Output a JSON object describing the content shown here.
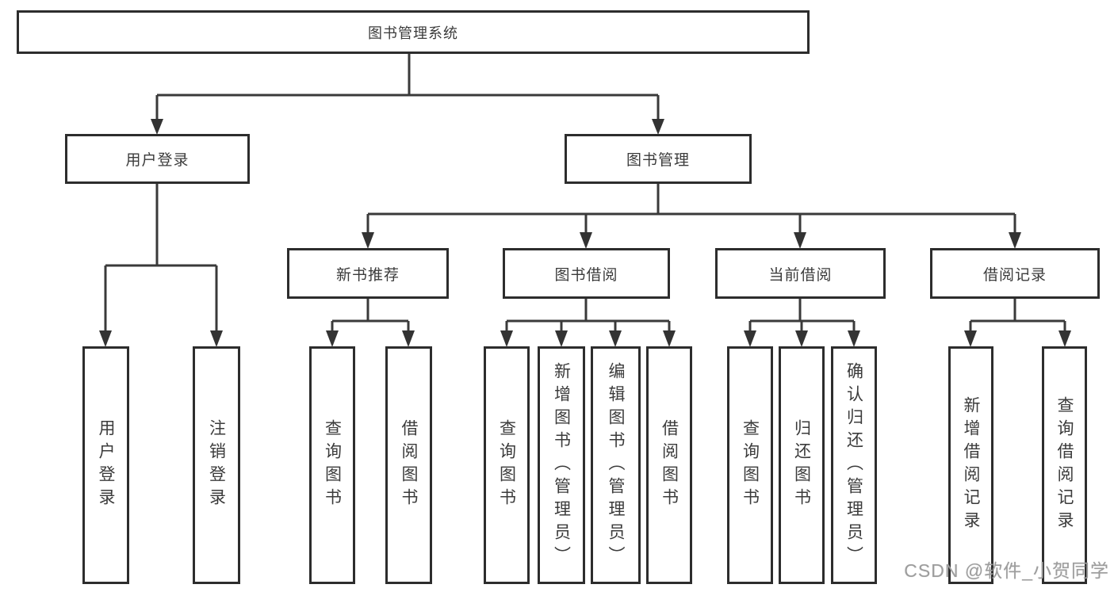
{
  "colors": {
    "line": "#3a3a3a",
    "box_border": "#2d2d2d",
    "text": "#3b3b3b",
    "watermark": "#9d9d9d",
    "background": "#ffffff"
  },
  "diagram": {
    "root": {
      "label": "图书管理系统"
    },
    "user_login": {
      "label": "用户登录",
      "children": {
        "login": {
          "label": "用户登录"
        },
        "logout": {
          "label": "注销登录"
        }
      }
    },
    "book_management": {
      "label": "图书管理",
      "children": {
        "new_book_recommend": {
          "label": "新书推荐",
          "children": {
            "query_book": {
              "label": "查询图书"
            },
            "borrow_book": {
              "label": "借阅图书"
            }
          }
        },
        "book_borrow": {
          "label": "图书借阅",
          "children": {
            "query_book": {
              "label": "查询图书"
            },
            "add_book": {
              "label": "新增图书（管理员）"
            },
            "edit_book": {
              "label": "编辑图书（管理员）"
            },
            "borrow_book": {
              "label": "借阅图书"
            }
          }
        },
        "current_borrow": {
          "label": "当前借阅",
          "children": {
            "query_book": {
              "label": "查询图书"
            },
            "return_book": {
              "label": "归还图书"
            },
            "confirm_return": {
              "label": "确认归还（管理员）"
            }
          }
        },
        "borrow_record": {
          "label": "借阅记录",
          "children": {
            "add_record": {
              "label": "新增借阅记录"
            },
            "query_record": {
              "label": "查询借阅记录"
            }
          }
        }
      }
    }
  },
  "watermark": {
    "text": "CSDN @软件_小贺同学"
  }
}
